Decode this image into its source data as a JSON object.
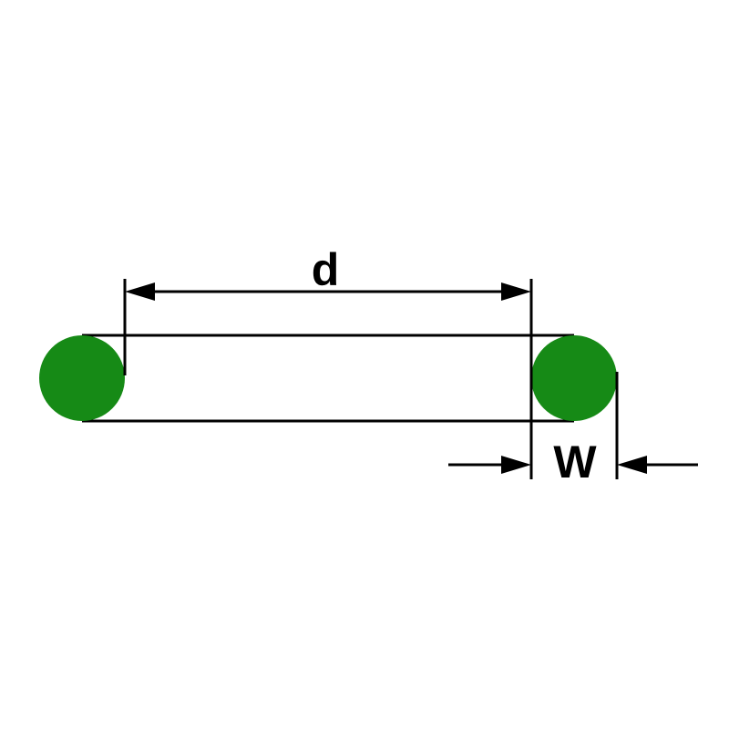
{
  "diagram": {
    "type": "technical-dimension-diagram",
    "subject": "O-ring side profile with inner diameter and cross-section width callouts",
    "labels": {
      "inner_diameter": "d",
      "cross_section_width": "W"
    },
    "colors": {
      "oring_fill": "#168a16",
      "line": "#000000",
      "background": "#ffffff"
    }
  }
}
